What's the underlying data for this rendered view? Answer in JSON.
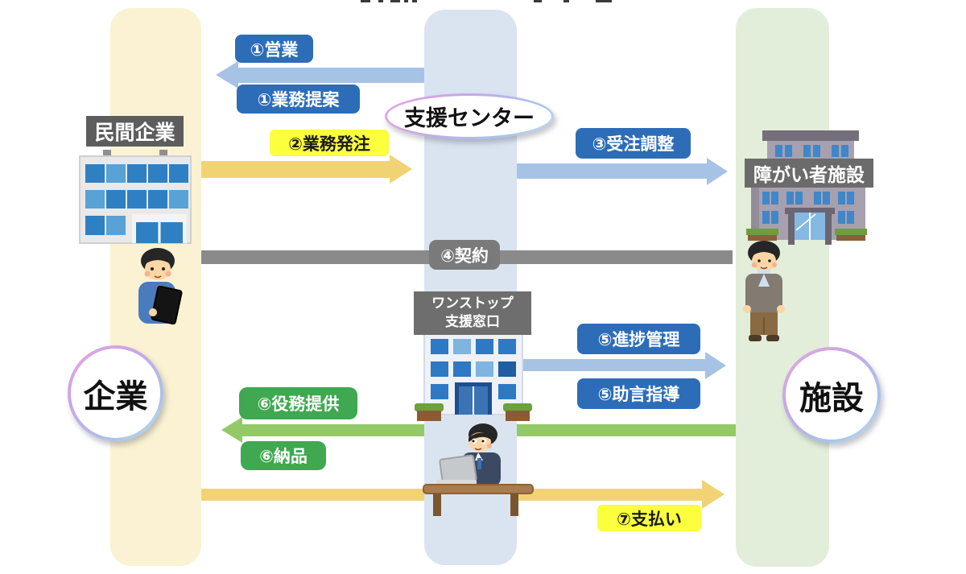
{
  "diagram": {
    "entities": {
      "company_circle": "企業",
      "facility_circle": "施設",
      "support_center_oval": "支援センター",
      "company_sign": "民間企業",
      "facility_sign": "障がい者施設",
      "window_sign_line1": "ワンストップ",
      "window_sign_line2": "支援窓口"
    },
    "flows": {
      "f1a": "①営業",
      "f1b": "①業務提案",
      "f2": "②業務発注",
      "f3": "③受注調整",
      "f4": "④契約",
      "f5a": "⑤進捗管理",
      "f5b": "⑤助言指導",
      "f6a": "⑥役務提供",
      "f6b": "⑥納品",
      "f7": "⑦支払い"
    },
    "colors": {
      "background": "#FFFFFF",
      "band_company": "#FAF2D2",
      "band_center": "#DAE4F0",
      "band_facility": "#E2EED9",
      "box_blue": "#2D6DB8",
      "box_yellow": "#FBFF3D",
      "box_green": "#3FA850",
      "box_gray": "#7A7A7A",
      "sign_gray": "#5D5D5D",
      "arrow_blue": "#A6C3E6",
      "arrow_yellow": "#F2D374",
      "arrow_green": "#93CA67",
      "arrow_gray": "#8A8A8A",
      "ring_gradient_start": "#E7A7E4",
      "ring_gradient_end": "#BFE0F0"
    }
  }
}
